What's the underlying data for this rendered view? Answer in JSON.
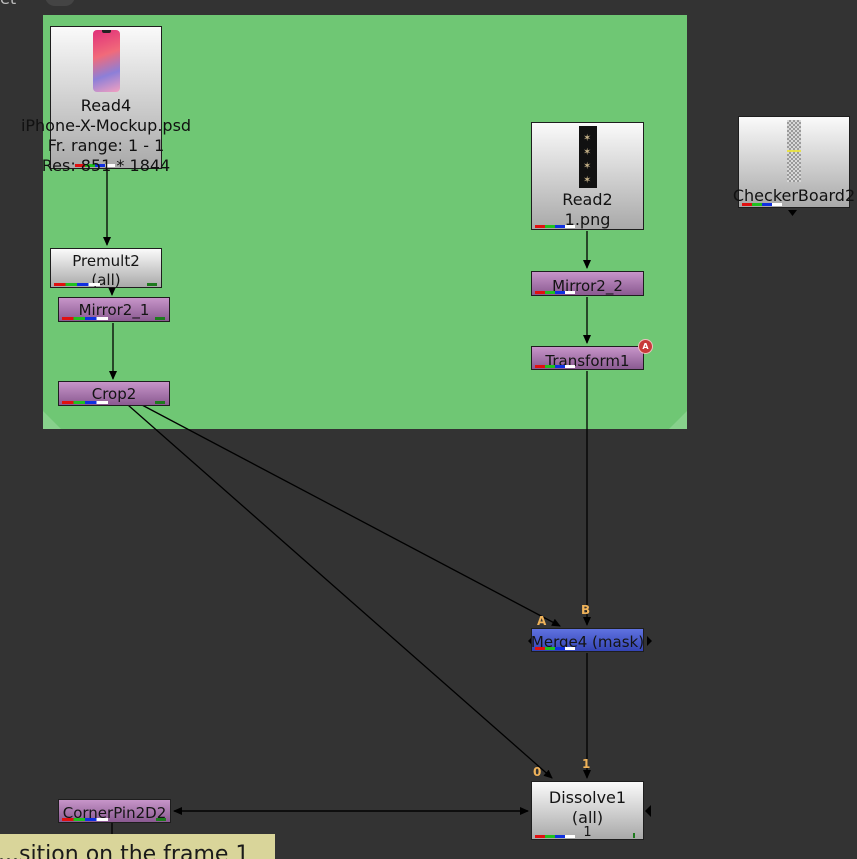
{
  "top_fragment": "et",
  "nodes": {
    "read4": {
      "name": "Read4",
      "file": "iPhone-X-Mockup.psd",
      "range": "Fr. range: 1 - 1",
      "res": "Res: 851 * 1844"
    },
    "premult2": {
      "name": "Premult2",
      "sub": "(all)"
    },
    "mirror2_1": {
      "name": "Mirror2_1"
    },
    "crop2": {
      "name": "Crop2"
    },
    "read2": {
      "name": "Read2",
      "file": "1.png"
    },
    "mirror2_2": {
      "name": "Mirror2_2"
    },
    "transform1": {
      "name": "Transform1",
      "badge": "A"
    },
    "checkerboard2": {
      "name": "CheckerBoard2"
    },
    "merge4": {
      "name": "Merge4 (mask)",
      "input_a": "A",
      "input_b": "B"
    },
    "dissolve1": {
      "name": "Dissolve1",
      "sub": "(all)",
      "value": "1",
      "input_0": "0",
      "input_1": "1"
    },
    "cornerpin2d2": {
      "name": "CornerPin2D2"
    }
  },
  "sticky_note": "...sition on the frame 1",
  "colors": {
    "canvas": "#333333",
    "backdrop": "#6fc774",
    "sticky": "#d9d59a",
    "input_label": "#f0b35a"
  }
}
